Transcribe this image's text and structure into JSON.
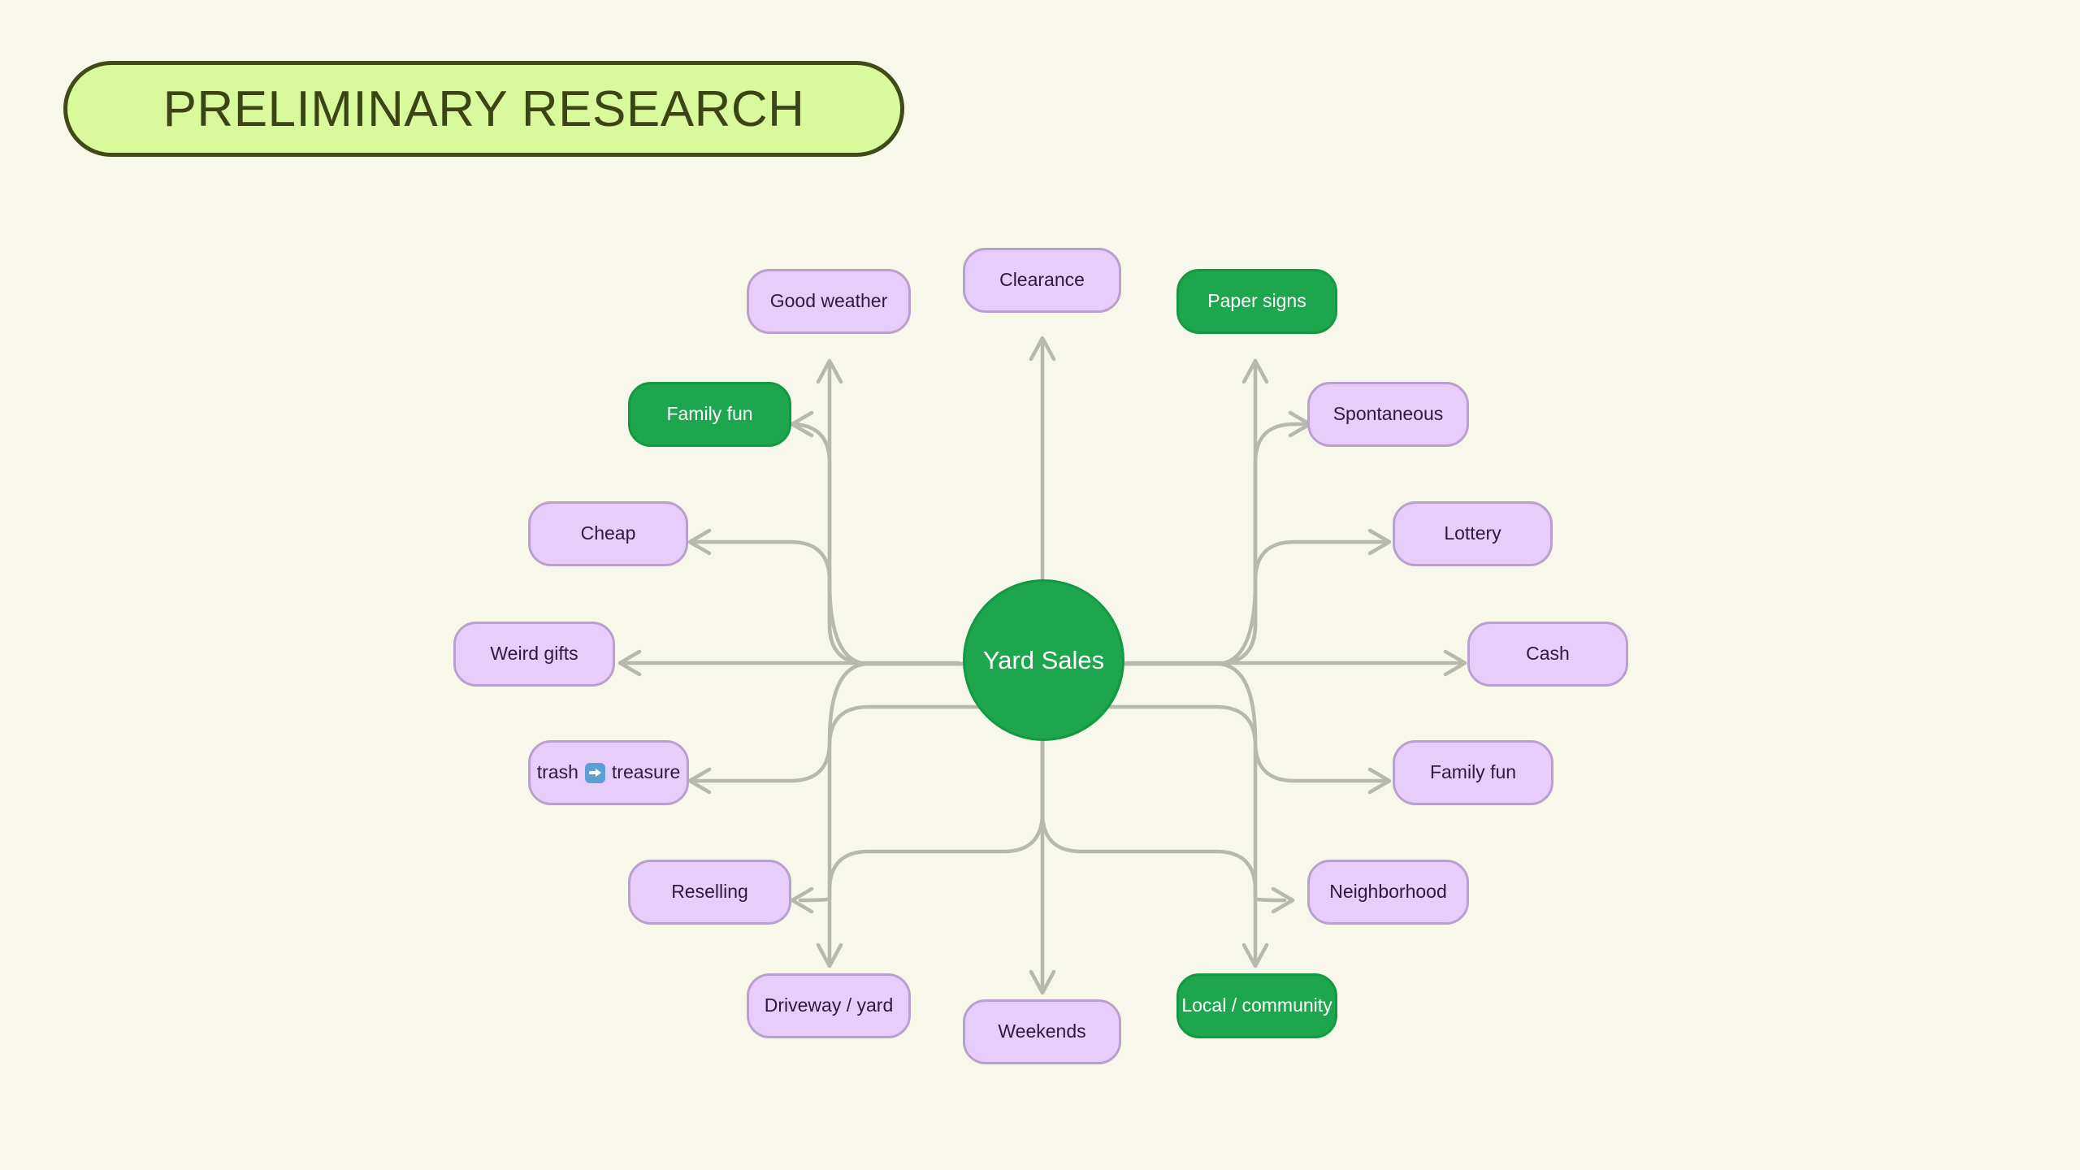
{
  "title_banner": {
    "text": "PRELIMINARY RESEARCH",
    "fill": "#d9f99d",
    "border": "#3f4a16",
    "text_color": "#3b4414"
  },
  "canvas": {
    "background": "#f7f8ea",
    "connector_color": "#b8b9ae"
  },
  "palette": {
    "green_fill": "#1ea64f",
    "green_border": "#139944",
    "green_text": "#ffffff",
    "purple_fill": "#e6cdfa",
    "purple_border": "#b9a0cf",
    "purple_text": "#2c1b3d"
  },
  "mindmap": {
    "type": "mindmap",
    "root": {
      "label": "Yard Sales",
      "style": "green",
      "shape": "circle"
    },
    "nodes": [
      {
        "id": "good-weather",
        "label": "Good weather",
        "style": "purple",
        "side": "left"
      },
      {
        "id": "clearance",
        "label": "Clearance",
        "style": "purple",
        "side": "top"
      },
      {
        "id": "paper-signs",
        "label": "Paper signs",
        "style": "green",
        "side": "right"
      },
      {
        "id": "family-fun-left",
        "label": "Family fun",
        "style": "green",
        "side": "left"
      },
      {
        "id": "spontaneous",
        "label": "Spontaneous",
        "style": "purple",
        "side": "right"
      },
      {
        "id": "cheap",
        "label": "Cheap",
        "style": "purple",
        "side": "left"
      },
      {
        "id": "lottery",
        "label": "Lottery",
        "style": "purple",
        "side": "right"
      },
      {
        "id": "weird-gifts",
        "label": "Weird gifts",
        "style": "purple",
        "side": "left"
      },
      {
        "id": "cash",
        "label": "Cash",
        "style": "purple",
        "side": "right"
      },
      {
        "id": "trash-treasure",
        "label_before": "trash",
        "icon": "right-arrow-emoji",
        "label_after": "treasure",
        "label": "trash ➡️ treasure",
        "style": "purple",
        "side": "left"
      },
      {
        "id": "family-fun-right",
        "label": "Family fun",
        "style": "purple",
        "side": "right"
      },
      {
        "id": "reselling",
        "label": "Reselling",
        "style": "purple",
        "side": "left"
      },
      {
        "id": "neighborhood",
        "label": "Neighborhood",
        "style": "purple",
        "side": "right"
      },
      {
        "id": "driveway-yard",
        "label": "Driveway / yard",
        "style": "purple",
        "side": "left"
      },
      {
        "id": "weekends",
        "label": "Weekends",
        "style": "purple",
        "side": "bottom"
      },
      {
        "id": "local-community",
        "label": "Local / community",
        "style": "green",
        "side": "right"
      }
    ]
  }
}
